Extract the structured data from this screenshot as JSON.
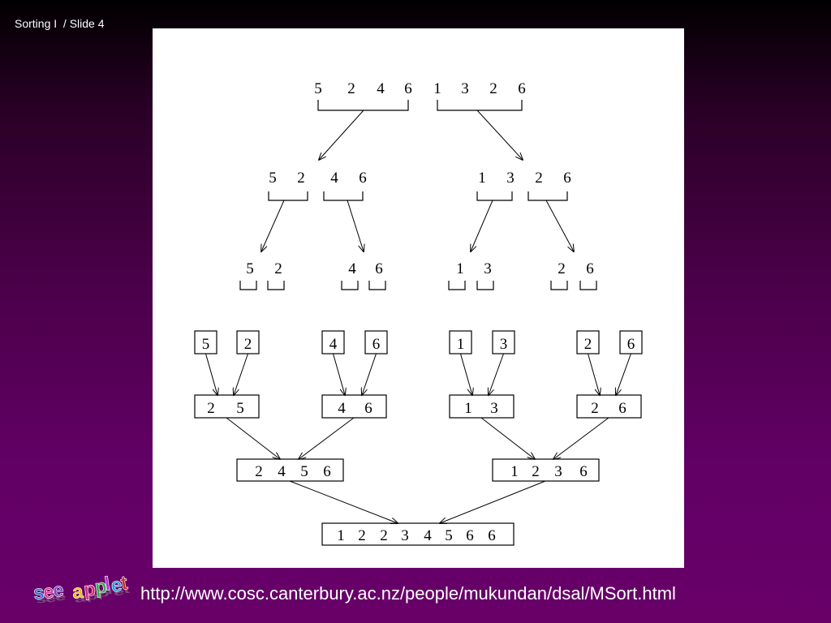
{
  "header": {
    "slide_title": "Sorting I  / Slide 4"
  },
  "applet": {
    "logo_letters": [
      {
        "ch": "s",
        "color": "#2a6fd6"
      },
      {
        "ch": "e",
        "color": "#d63a9b"
      },
      {
        "ch": "e",
        "color": "#7a47c4"
      },
      {
        "ch": "a",
        "color": "#e8c020"
      },
      {
        "ch": "p",
        "color": "#d8287a"
      },
      {
        "ch": "p",
        "color": "#33b04a"
      },
      {
        "ch": "l",
        "color": "#b52ad8"
      },
      {
        "ch": "e",
        "color": "#2e9ad6"
      },
      {
        "ch": "t",
        "color": "#c82a2a"
      }
    ],
    "url": "http://www.cosc.canterbury.ac.nz/people/mukundan/dsal/MSort.html"
  },
  "diagram": {
    "divide": {
      "level0": [
        "5",
        "2",
        "4",
        "6",
        "1",
        "3",
        "2",
        "6"
      ],
      "level1": [
        [
          "5",
          "2",
          "4",
          "6"
        ],
        [
          "1",
          "3",
          "2",
          "6"
        ]
      ],
      "level2": [
        [
          "5",
          "2"
        ],
        [
          "4",
          "6"
        ],
        [
          "1",
          "3"
        ],
        [
          "2",
          "6"
        ]
      ],
      "level3": [
        [
          "5"
        ],
        [
          "2"
        ],
        [
          "4"
        ],
        [
          "6"
        ],
        [
          "1"
        ],
        [
          "3"
        ],
        [
          "2"
        ],
        [
          "6"
        ]
      ]
    },
    "merge": {
      "leaves": [
        "5",
        "2",
        "4",
        "6",
        "1",
        "3",
        "2",
        "6"
      ],
      "pairs": [
        [
          "2",
          "5"
        ],
        [
          "4",
          "6"
        ],
        [
          "1",
          "3"
        ],
        [
          "2",
          "6"
        ]
      ],
      "quads": [
        [
          "2",
          "4",
          "5",
          "6"
        ],
        [
          "1",
          "2",
          "3",
          "6"
        ]
      ],
      "final": [
        "1",
        "2",
        "2",
        "3",
        "4",
        "5",
        "6",
        "6"
      ]
    }
  }
}
